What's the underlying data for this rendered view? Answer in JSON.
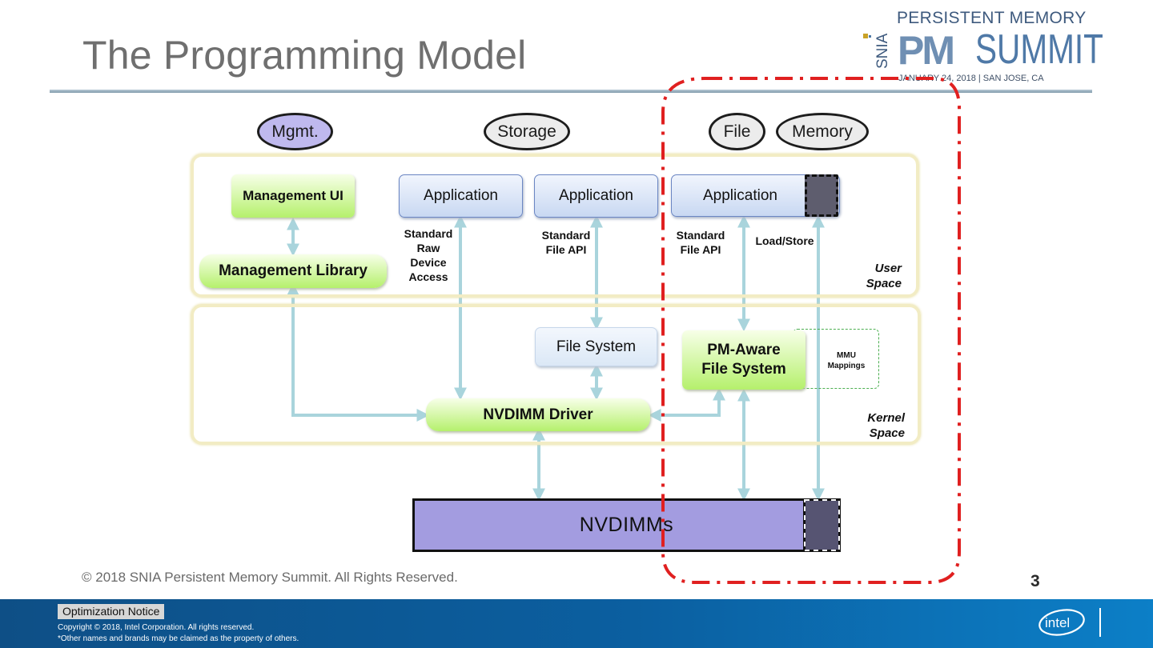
{
  "slide": {
    "title": "The Programming Model",
    "copyright": "© 2018 SNIA Persistent Memory Summit. All Rights Reserved.",
    "page_number": "3"
  },
  "logo": {
    "line1": "PERSISTENT MEMORY",
    "vertical": "SNIA",
    "pm": "PM",
    "summit": "SUMMIT",
    "date": "JANUARY 24, 2018  |  SAN JOSE, CA"
  },
  "diagram": {
    "categories": {
      "mgmt": "Mgmt.",
      "storage": "Storage",
      "file": "File",
      "memory": "Memory"
    },
    "boxes": {
      "management_ui": "Management UI",
      "management_library": "Management Library",
      "application_1": "Application",
      "application_2": "Application",
      "application_3": "Application",
      "file_system": "File System",
      "pm_aware_line1": "PM-Aware",
      "pm_aware_line2": "File System",
      "nvdimm_driver": "NVDIMM Driver",
      "nvdimms": "NVDIMMs",
      "mmu_line1": "MMU",
      "mmu_line2": "Mappings"
    },
    "labels": {
      "raw_access": [
        "Standard",
        "Raw",
        "Device",
        "Access"
      ],
      "file_api_1": [
        "Standard",
        "File API"
      ],
      "file_api_2": [
        "Standard",
        "File API"
      ],
      "load_store": "Load/Store",
      "user_space": [
        "User",
        "Space"
      ],
      "kernel_space": [
        "Kernel",
        "Space"
      ]
    },
    "colors": {
      "highlight_dash": "#e02020",
      "arrow": "#a9d4dc",
      "nvdimm": "#a39ce0",
      "mgmt_ellipse": "#bfb9ee"
    }
  },
  "footer": {
    "optimization_notice": "Optimization Notice",
    "copyright_line1": "Copyright © 2018, Intel Corporation. All rights reserved.",
    "copyright_line2": "*Other names and brands may be claimed as the property of others.",
    "brand_logo": "intel"
  }
}
